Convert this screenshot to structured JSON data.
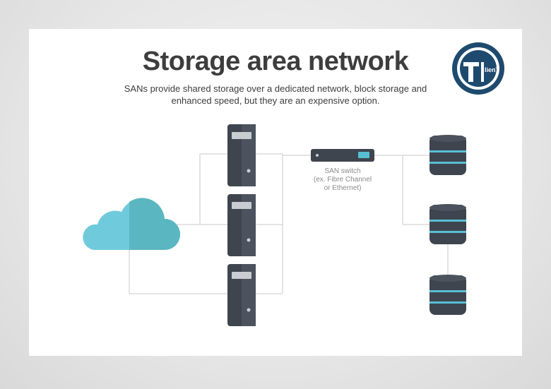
{
  "title": "Storage area network",
  "subtitle": "SANs provide shared storage over a dedicated network, block storage and enhanced speed, but they are an expensive option.",
  "switch_label": {
    "line1": "SAN switch",
    "line2": "(ex. Fibre Channel",
    "line3": "or Ethernet)"
  },
  "logo": {
    "text": "lienT"
  },
  "colors": {
    "device_dark": "#3e454f",
    "device_mid": "#4c535e",
    "disk_stripe": "#58bfd3",
    "cloud_light": "#6fcbdc",
    "cloud_dark": "#5ab6c0",
    "connector": "#c9c9c9",
    "logo_ring": "#1e4a6e"
  },
  "icons": [
    "cloud-icon",
    "server-icon",
    "switch-icon",
    "storage-icon",
    "logo-icon"
  ]
}
